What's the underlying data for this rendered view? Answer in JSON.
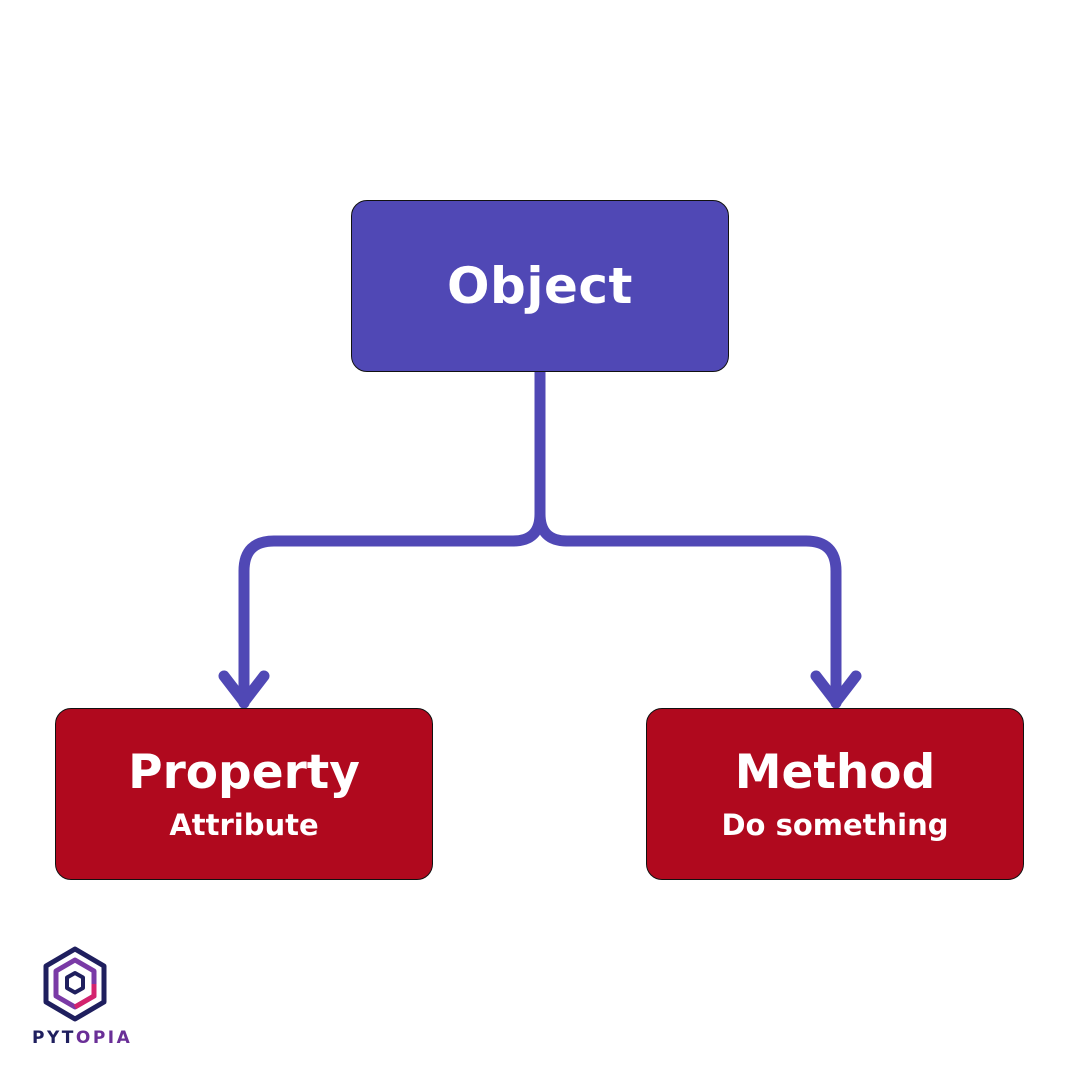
{
  "diagram": {
    "root": {
      "title": "Object",
      "color": "#5048b5"
    },
    "children": [
      {
        "title": "Property",
        "subtitle": "Attribute",
        "color": "#b0091e"
      },
      {
        "title": "Method",
        "subtitle": "Do something",
        "color": "#b0091e"
      }
    ],
    "connector_color": "#5048b5"
  },
  "logo": {
    "text_part1": "PYT",
    "text_part2": "OPIA",
    "colors": {
      "navy": "#1f1f5e",
      "purple": "#7a3aa6",
      "pink": "#d4246e"
    }
  }
}
